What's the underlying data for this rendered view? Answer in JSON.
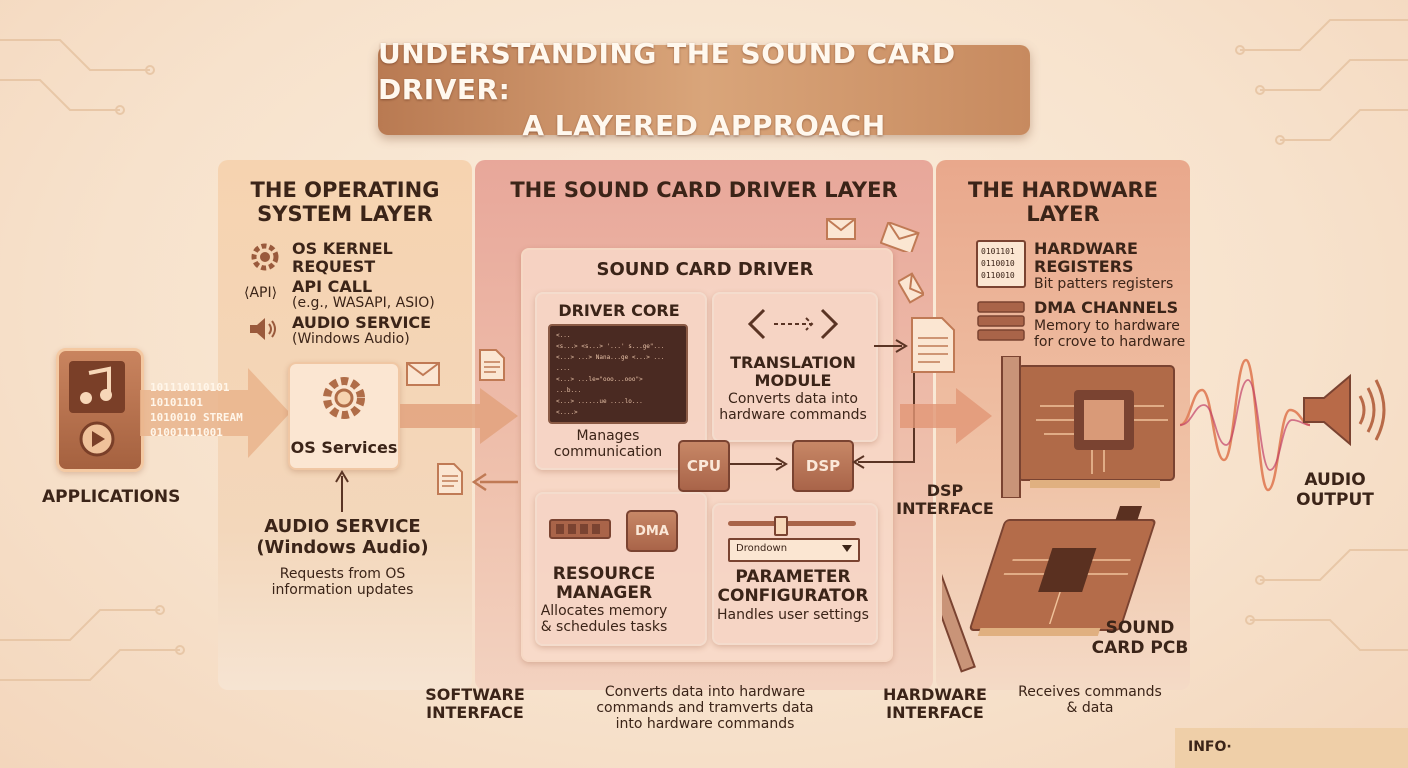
{
  "title": {
    "line1": "UNDERSTANDING THE SOUND CARD DRIVER:",
    "line2": "A LAYERED APPROACH"
  },
  "left": {
    "applications_label": "APPLICATIONS",
    "binary_lines": [
      "10111011010​1",
      "10101101",
      "1010010",
      "01001111001"
    ],
    "stream_label": "STREAM"
  },
  "os_layer": {
    "title_line1": "THE OPERATING",
    "title_line2": "SYSTEM LAYER",
    "items": [
      {
        "icon": "gear-icon",
        "label_line1": "OS KERNEL",
        "label_line2": "REQUEST"
      },
      {
        "icon": "api-icon",
        "icon_text": "⟨API⟩",
        "label": "API CALL",
        "desc": "(e.g., WASAPI, ASIO)"
      },
      {
        "icon": "speaker-icon",
        "label": "AUDIO SERVICE",
        "desc": "(Windows Audio)"
      }
    ],
    "services_box": "OS Services",
    "audio_service_line1": "AUDIO SERVICE",
    "audio_service_line2": "(Windows Audio)",
    "requests_line1": "Requests from OS",
    "requests_line2": "information updates"
  },
  "driver_layer": {
    "title": "THE SOUND CARD DRIVER LAYER",
    "driver_title": "SOUND CARD DRIVER",
    "driver_core": {
      "title": "DRIVER CORE",
      "desc_line1": "Manages",
      "desc_line2": "communication",
      "code_lines": [
        "<...",
        "  <s...> <s...>  '...' s...ge\"...",
        "  <...> ...> Nana...ge <...> ...",
        "  ....",
        "      <...> ...le=\"ooo...ooo\">",
        "  ...b...",
        "  <...>  ......ue ....lo...",
        "  <....>"
      ]
    },
    "translation": {
      "title_line1": "TRANSLATION",
      "title_line2": "MODULE",
      "desc_line1": "Converts data into",
      "desc_line2": "hardware commands"
    },
    "cpu_label": "CPU",
    "dsp_label": "DSP",
    "resource": {
      "dma_label": "DMA",
      "title_line1": "RESOURCE",
      "title_line2": "MANAGER",
      "desc_line1": "Allocates memory",
      "desc_line2": "& schedules tasks"
    },
    "parameter": {
      "dropdown_value": "Drondown",
      "slider_level": 0.4,
      "title_line1": "PARAMETER",
      "title_line2": "CONFIGURATOR",
      "desc": "Handles user settings"
    },
    "dsp_interface_line1": "DSP",
    "dsp_interface_line2": "INTERFACE"
  },
  "hw_layer": {
    "title_line1": "THE HARDWARE",
    "title_line2": "LAYER",
    "registers": {
      "binary": [
        "0101101",
        "0110010",
        "0110010"
      ],
      "label_line1": "HARDWARE",
      "label_line2": "REGISTERS",
      "desc": "Bit patters registers"
    },
    "dma": {
      "label": "DMA CHANNELS",
      "desc_line1": "Memory to hardware",
      "desc_line2": "for crove to hardware"
    },
    "pcb_line1": "SOUND",
    "pcb_line2": "CARD PCB"
  },
  "right": {
    "output_line1": "AUDIO",
    "output_line2": "OUTPUT"
  },
  "bottom": {
    "software_line1": "SOFTWARE",
    "software_line2": "INTERFACE",
    "converts_line1": "Converts data into hardware",
    "converts_line2": "commands and tramverts data",
    "converts_line3": "into hardware commands",
    "hardware_line1": "HARDWARE",
    "hardware_line2": "INTERFACE",
    "receives_line1": "Receives commands",
    "receives_line2": "& data",
    "info": "INFO·"
  },
  "colors": {
    "accent": "#b97a52",
    "dark": "#3b2418",
    "chip": "#a96449"
  }
}
